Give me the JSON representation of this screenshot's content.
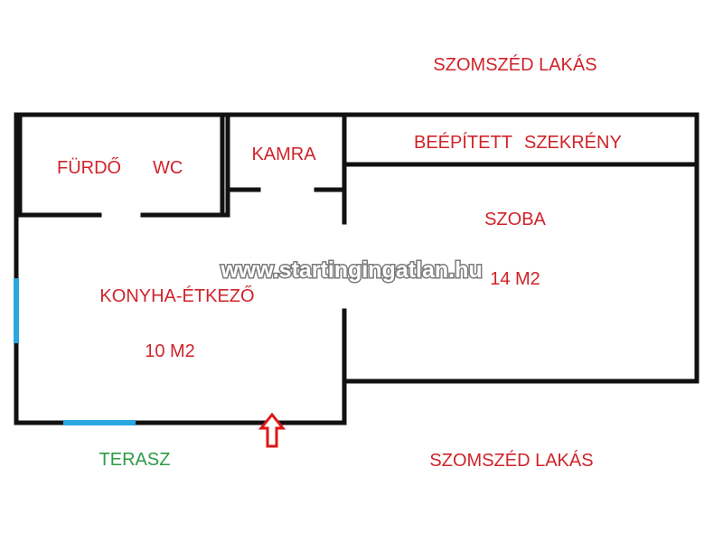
{
  "colors": {
    "wall": "#111111",
    "label": "#d0232a",
    "terrace_label": "#2e9b45",
    "window": "#29a8e0",
    "entrance_arrow": "#e01515"
  },
  "rooms": {
    "neighbor_top": "SZOMSZÉD LAKÁS",
    "bathroom": "FÜRDŐ",
    "wc": "WC",
    "pantry": "KAMRA",
    "built_in_wardrobe_word1": "BEÉPÍTETT",
    "built_in_wardrobe_word2": "SZEKRÉNY",
    "room": "SZOBA",
    "room_area": "14 M2",
    "kitchen": "KONYHA-ÉTKEZŐ",
    "kitchen_area": "10 M2",
    "terrace": "TERASZ",
    "neighbor_bottom": "SZOMSZÉD LAKÁS"
  },
  "watermark": "www.startingingatlan.hu",
  "icons": {
    "entrance": "up-arrow-icon"
  }
}
